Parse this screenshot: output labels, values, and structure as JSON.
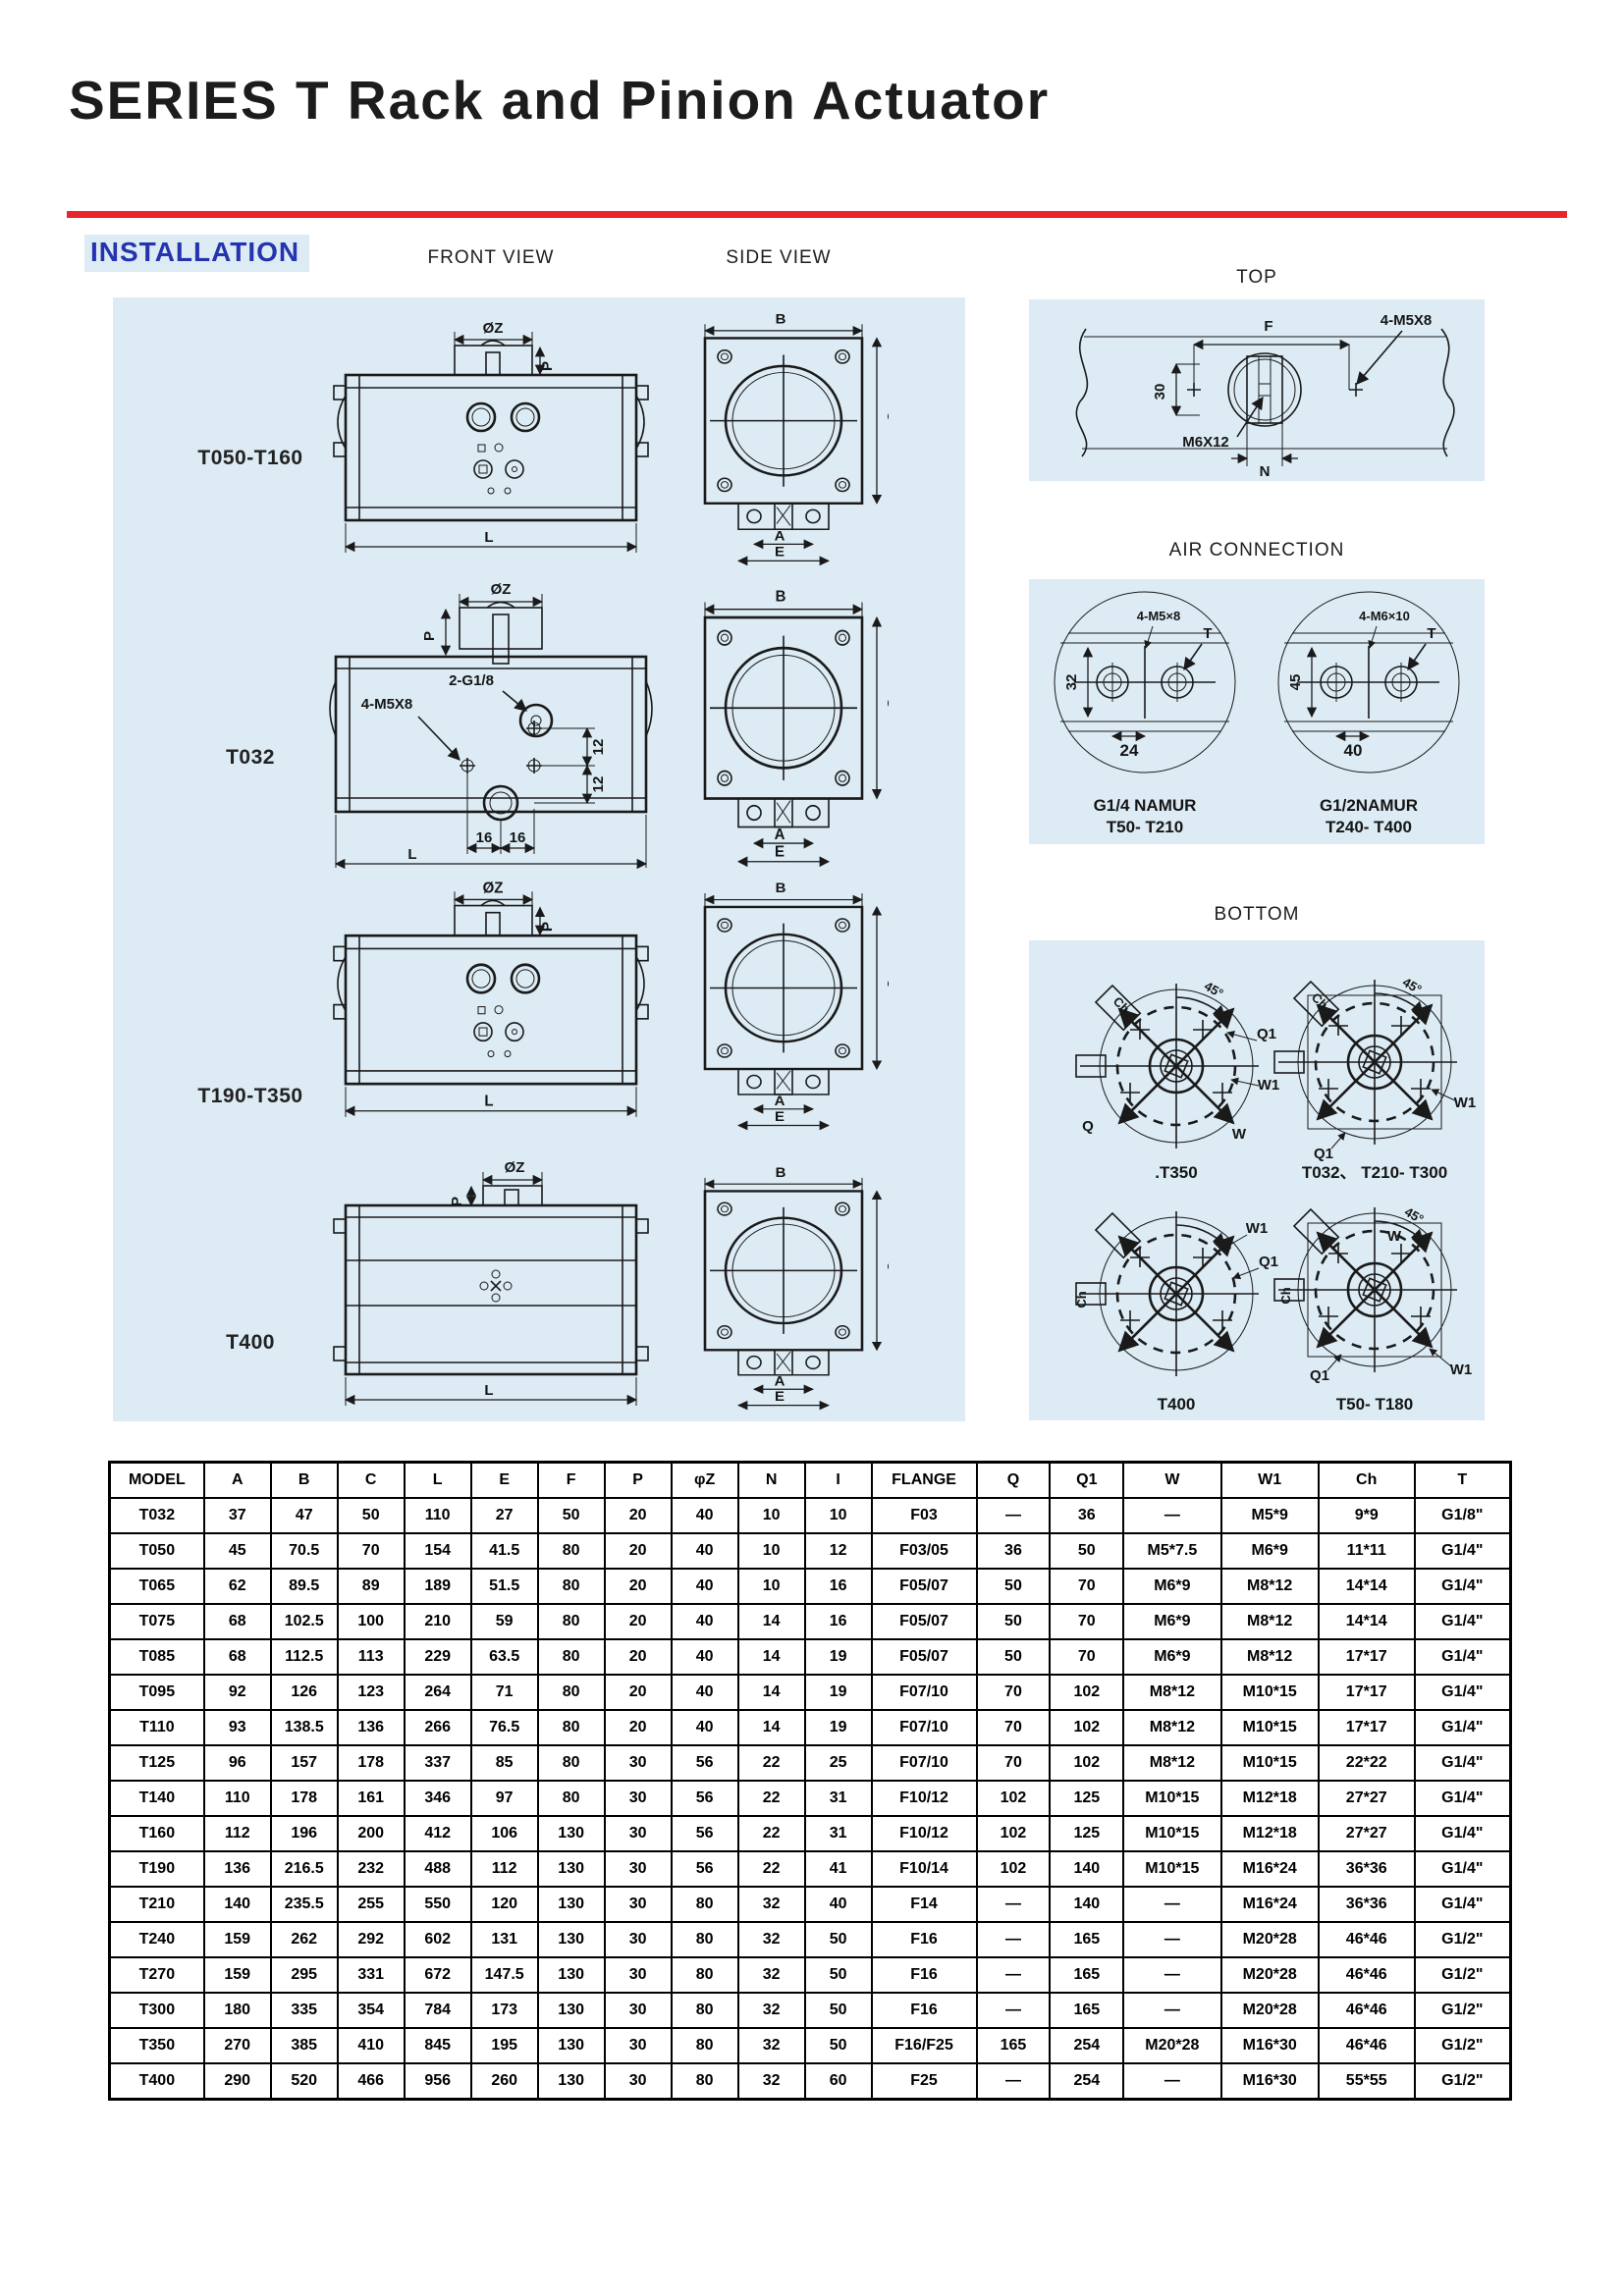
{
  "page": {
    "title": "SERIES T Rack and Pinion Actuator",
    "section_heading": "INSTALLATION"
  },
  "view_labels": {
    "front": "FRONT VIEW",
    "side": "SIDE VIEW",
    "top": "TOP",
    "air": "AIR CONNECTION",
    "bottom": "BOTTOM"
  },
  "models": {
    "row1": "T050-T160",
    "row2": "T032",
    "row3": "T190-T350",
    "row4": "T400"
  },
  "dims": {
    "oz": "ØZ",
    "p": "P",
    "l": "L",
    "b": "B",
    "c": "C",
    "a": "A",
    "e": "E",
    "f": "F",
    "n": "N",
    "d30": "30",
    "m6x12": "M6X12",
    "m5x8": "4-M5X8",
    "g18": "2-G1/8",
    "d12": "12",
    "d16": "16"
  },
  "air": {
    "left": {
      "callout": "4-M5×8",
      "t": "T",
      "dim_v": "32",
      "dim_h": "24",
      "caption1": "G1/4 NAMUR",
      "caption2": "T50-  T210"
    },
    "right": {
      "callout": "4-M6×10",
      "t": "T",
      "dim_v": "45",
      "dim_h": "40",
      "caption1": "G1/2NAMUR",
      "caption2": "T240-  T400"
    }
  },
  "bottom": {
    "labels": {
      "q": "Q",
      "q1": "Q1",
      "w": "W",
      "w1": "W1",
      "ch": "Ch",
      "angle": "45°"
    },
    "captions": {
      "d1": ".T350",
      "d2": "T032、 T210-  T300",
      "d3": "T400",
      "d4": "T50-  T180"
    }
  },
  "table": {
    "headers": [
      "MODEL",
      "A",
      "B",
      "C",
      "L",
      "E",
      "F",
      "P",
      "φZ",
      "N",
      "I",
      "FLANGE",
      "Q",
      "Q1",
      "W",
      "W1",
      "Ch",
      "T"
    ],
    "rows": [
      [
        "T032",
        "37",
        "47",
        "50",
        "110",
        "27",
        "50",
        "20",
        "40",
        "10",
        "10",
        "F03",
        "—",
        "36",
        "—",
        "M5*9",
        "9*9",
        "G1/8\""
      ],
      [
        "T050",
        "45",
        "70.5",
        "70",
        "154",
        "41.5",
        "80",
        "20",
        "40",
        "10",
        "12",
        "F03/05",
        "36",
        "50",
        "M5*7.5",
        "M6*9",
        "11*11",
        "G1/4\""
      ],
      [
        "T065",
        "62",
        "89.5",
        "89",
        "189",
        "51.5",
        "80",
        "20",
        "40",
        "10",
        "16",
        "F05/07",
        "50",
        "70",
        "M6*9",
        "M8*12",
        "14*14",
        "G1/4\""
      ],
      [
        "T075",
        "68",
        "102.5",
        "100",
        "210",
        "59",
        "80",
        "20",
        "40",
        "14",
        "16",
        "F05/07",
        "50",
        "70",
        "M6*9",
        "M8*12",
        "14*14",
        "G1/4\""
      ],
      [
        "T085",
        "68",
        "112.5",
        "113",
        "229",
        "63.5",
        "80",
        "20",
        "40",
        "14",
        "19",
        "F05/07",
        "50",
        "70",
        "M6*9",
        "M8*12",
        "17*17",
        "G1/4\""
      ],
      [
        "T095",
        "92",
        "126",
        "123",
        "264",
        "71",
        "80",
        "20",
        "40",
        "14",
        "19",
        "F07/10",
        "70",
        "102",
        "M8*12",
        "M10*15",
        "17*17",
        "G1/4\""
      ],
      [
        "T110",
        "93",
        "138.5",
        "136",
        "266",
        "76.5",
        "80",
        "20",
        "40",
        "14",
        "19",
        "F07/10",
        "70",
        "102",
        "M8*12",
        "M10*15",
        "17*17",
        "G1/4\""
      ],
      [
        "T125",
        "96",
        "157",
        "178",
        "337",
        "85",
        "80",
        "30",
        "56",
        "22",
        "25",
        "F07/10",
        "70",
        "102",
        "M8*12",
        "M10*15",
        "22*22",
        "G1/4\""
      ],
      [
        "T140",
        "110",
        "178",
        "161",
        "346",
        "97",
        "80",
        "30",
        "56",
        "22",
        "31",
        "F10/12",
        "102",
        "125",
        "M10*15",
        "M12*18",
        "27*27",
        "G1/4\""
      ],
      [
        "T160",
        "112",
        "196",
        "200",
        "412",
        "106",
        "130",
        "30",
        "56",
        "22",
        "31",
        "F10/12",
        "102",
        "125",
        "M10*15",
        "M12*18",
        "27*27",
        "G1/4\""
      ],
      [
        "T190",
        "136",
        "216.5",
        "232",
        "488",
        "112",
        "130",
        "30",
        "56",
        "22",
        "41",
        "F10/14",
        "102",
        "140",
        "M10*15",
        "M16*24",
        "36*36",
        "G1/4\""
      ],
      [
        "T210",
        "140",
        "235.5",
        "255",
        "550",
        "120",
        "130",
        "30",
        "80",
        "32",
        "40",
        "F14",
        "—",
        "140",
        "—",
        "M16*24",
        "36*36",
        "G1/4\""
      ],
      [
        "T240",
        "159",
        "262",
        "292",
        "602",
        "131",
        "130",
        "30",
        "80",
        "32",
        "50",
        "F16",
        "—",
        "165",
        "—",
        "M20*28",
        "46*46",
        "G1/2\""
      ],
      [
        "T270",
        "159",
        "295",
        "331",
        "672",
        "147.5",
        "130",
        "30",
        "80",
        "32",
        "50",
        "F16",
        "—",
        "165",
        "—",
        "M20*28",
        "46*46",
        "G1/2\""
      ],
      [
        "T300",
        "180",
        "335",
        "354",
        "784",
        "173",
        "130",
        "30",
        "80",
        "32",
        "50",
        "F16",
        "—",
        "165",
        "—",
        "M20*28",
        "46*46",
        "G1/2\""
      ],
      [
        "T350",
        "270",
        "385",
        "410",
        "845",
        "195",
        "130",
        "30",
        "80",
        "32",
        "50",
        "F16/F25",
        "165",
        "254",
        "M20*28",
        "M16*30",
        "46*46",
        "G1/2\""
      ],
      [
        "T400",
        "290",
        "520",
        "466",
        "956",
        "260",
        "130",
        "30",
        "80",
        "32",
        "60",
        "F25",
        "—",
        "254",
        "—",
        "M16*30",
        "55*55",
        "G1/2\""
      ]
    ]
  },
  "colors": {
    "accent_red": "#e8272c",
    "heading_blue": "#2433ae",
    "panel_blue": "#dcebf4",
    "ink": "#1a1a1a"
  }
}
